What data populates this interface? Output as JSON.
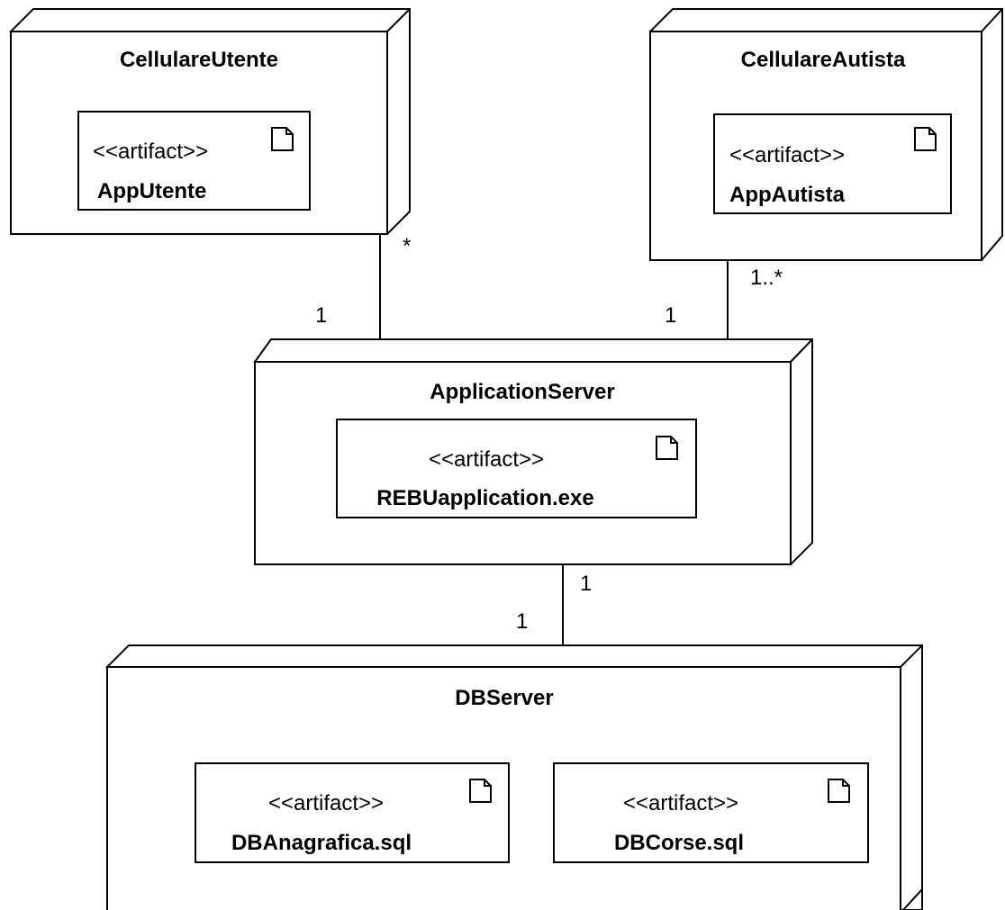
{
  "nodes": {
    "cellulare_utente": {
      "title": "CellulareUtente",
      "artifact": {
        "stereotype": "<<artifact>>",
        "name": "AppUtente"
      }
    },
    "cellulare_autista": {
      "title": "CellulareAutista",
      "artifact": {
        "stereotype": "<<artifact>>",
        "name": "AppAutista"
      }
    },
    "application_server": {
      "title": "ApplicationServer",
      "artifact": {
        "stereotype": "<<artifact>>",
        "name": "REBUapplication.exe"
      }
    },
    "db_server": {
      "title": "DBServer",
      "artifacts": [
        {
          "stereotype": "<<artifact>>",
          "name": "DBAnagrafica.sql"
        },
        {
          "stereotype": "<<artifact>>",
          "name": "DBCorse.sql"
        }
      ]
    }
  },
  "associations": [
    {
      "from": "CellulareUtente",
      "to": "ApplicationServer",
      "multiplicity_from": "*",
      "multiplicity_to": "1"
    },
    {
      "from": "CellulareAutista",
      "to": "ApplicationServer",
      "multiplicity_from": "1..*",
      "multiplicity_to": "1"
    },
    {
      "from": "ApplicationServer",
      "to": "DBServer",
      "multiplicity_from": "1",
      "multiplicity_to": "1"
    }
  ],
  "icons": {
    "artifact": "document-icon"
  }
}
